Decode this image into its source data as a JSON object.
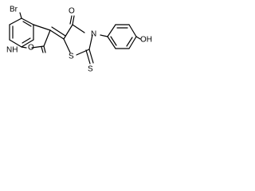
{
  "atoms": {
    "br": "Br",
    "nh": "NH",
    "o_lactam": "O",
    "o_ketone": "O",
    "n_ring": "N",
    "s_ring": "S",
    "s_thione": "S",
    "oh": "OH"
  }
}
